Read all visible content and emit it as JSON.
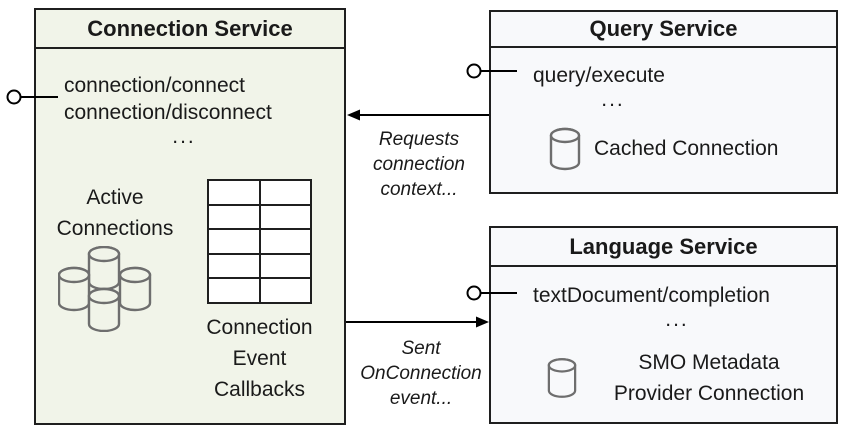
{
  "colors": {
    "connection-fill": "#f1f4e9",
    "service-fill": "#f8f9fb",
    "border": "#1f1f1f",
    "icon-stroke": "#6e6e6e",
    "text": "#1a1a1a",
    "line": "#000000"
  },
  "connection_service": {
    "title": "Connection Service",
    "methods": [
      "connection/connect",
      "connection/disconnect"
    ],
    "ellipsis": "...",
    "active_connections_lines": [
      "Active",
      "Connections"
    ],
    "database_cluster_icon": "database-cluster-icon",
    "callbacks_table": {
      "rows": 5,
      "cols": 2
    },
    "callbacks_label_lines": [
      "Connection",
      "Event",
      "Callbacks"
    ]
  },
  "query_service": {
    "title": "Query Service",
    "methods": [
      "query/execute"
    ],
    "ellipsis": "...",
    "database_icon": "database-icon",
    "resource_label": "Cached Connection"
  },
  "language_service": {
    "title": "Language Service",
    "methods": [
      "textDocument/completion"
    ],
    "ellipsis": "...",
    "database_icon": "database-icon",
    "resource_label_lines": [
      "SMO Metadata",
      "Provider Connection"
    ]
  },
  "connectors": {
    "requests_label_lines": [
      "Requests",
      "connection",
      "context..."
    ],
    "sent_label_lines": [
      "Sent",
      "OnConnection",
      "event..."
    ]
  }
}
